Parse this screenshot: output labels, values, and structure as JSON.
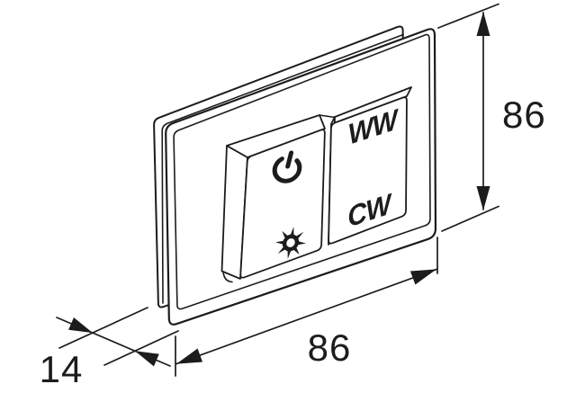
{
  "diagram": {
    "device": {
      "left_button": {
        "top_icon": "power-icon",
        "bottom_icon": "brightness-icon"
      },
      "right_button": {
        "top_label": "WW",
        "bottom_label": "CW"
      }
    },
    "dimensions": {
      "height": {
        "label": "86"
      },
      "width": {
        "label": "86"
      },
      "depth": {
        "label": "14"
      }
    },
    "colors": {
      "line": "#1c1c1c",
      "background": "#ffffff"
    }
  }
}
